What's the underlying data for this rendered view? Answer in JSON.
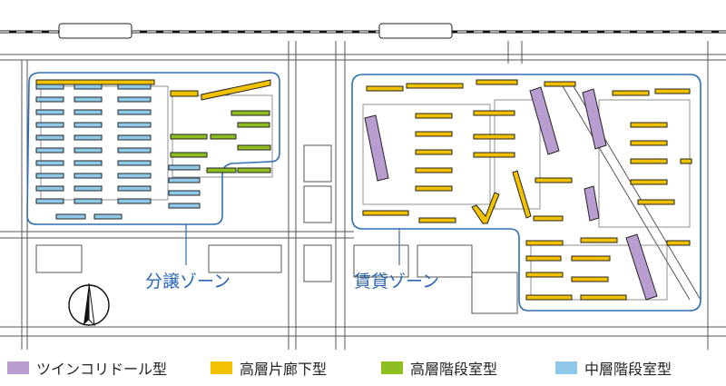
{
  "zones": {
    "sale": {
      "label": "分譲ゾーン",
      "color": "#2e6fb3"
    },
    "rental": {
      "label": "賃貸ゾーン",
      "color": "#2e6fb3"
    }
  },
  "north_arrow": {
    "icon": "north-arrow-icon"
  },
  "legend": [
    {
      "label": "ツインコリドール型",
      "color": "#b99cd0"
    },
    {
      "label": "高層片廊下型",
      "color": "#f2c200"
    },
    {
      "label": "高層階段室型",
      "color": "#8cbf1f"
    },
    {
      "label": "中層階段室型",
      "color": "#8fc9ea"
    }
  ],
  "colors": {
    "twin": "#b99cd0",
    "high_corridor": "#f2c200",
    "high_stair": "#8cbf1f",
    "mid_stair": "#8fc9ea",
    "outline": "#222222",
    "zone_border": "#2e6fb3"
  }
}
